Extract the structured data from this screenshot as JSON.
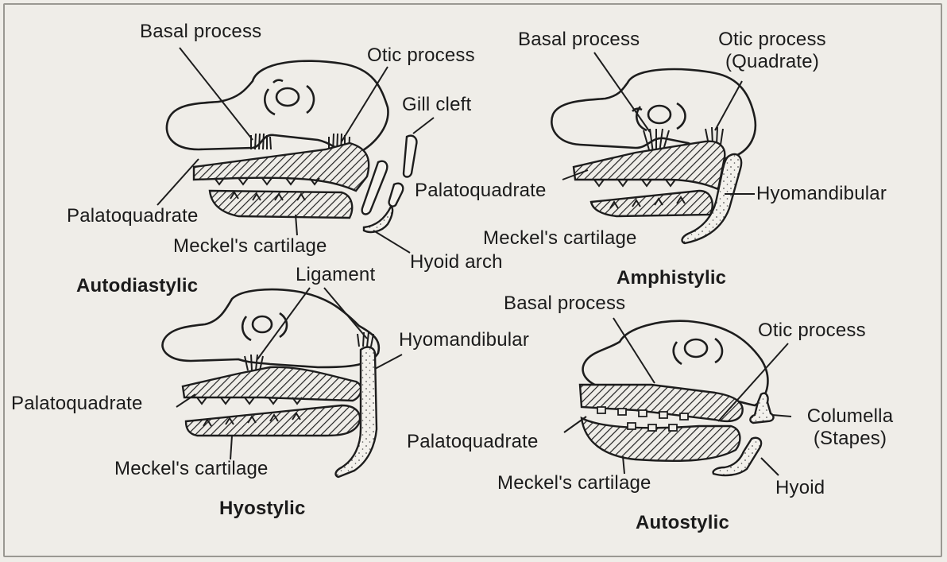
{
  "panels": {
    "autodiastylic": {
      "caption": "Autodiastylic",
      "labels": {
        "basal_process": "Basal process",
        "otic_process": "Otic process",
        "gill_cleft": "Gill cleft",
        "palatoquadrate": "Palatoquadrate",
        "meckels_cartilage": "Meckel's cartilage",
        "hyoid_arch": "Hyoid arch"
      }
    },
    "amphistylic": {
      "caption": "Amphistylic",
      "labels": {
        "basal_process": "Basal process",
        "otic_process_line1": "Otic process",
        "otic_process_line2": "(Quadrate)",
        "palatoquadrate": "Palatoquadrate",
        "hyomandibular": "Hyomandibular",
        "meckels_cartilage": "Meckel's cartilage"
      }
    },
    "hyostylic": {
      "caption": "Hyostylic",
      "labels": {
        "ligament": "Ligament",
        "hyomandibular": "Hyomandibular",
        "palatoquadrate": "Palatoquadrate",
        "meckels_cartilage": "Meckel's cartilage"
      }
    },
    "autostylic": {
      "caption": "Autostylic",
      "labels": {
        "basal_process": "Basal process",
        "otic_process": "Otic process",
        "columella_line1": "Columella",
        "columella_line2": "(Stapes)",
        "palatoquadrate": "Palatoquadrate",
        "meckels_cartilage": "Meckel's cartilage",
        "hyoid": "Hyoid"
      }
    }
  }
}
